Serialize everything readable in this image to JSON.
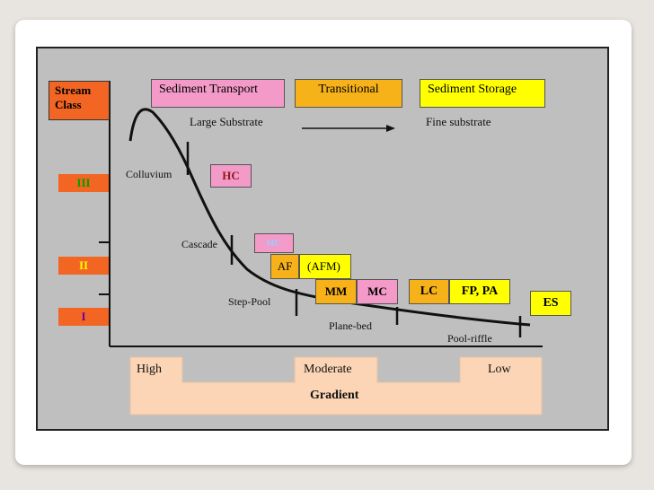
{
  "stream_class": {
    "header": "Stream Class",
    "classes": [
      "III",
      "II",
      "I"
    ]
  },
  "zones": {
    "transport": "Sediment Transport",
    "transitional": "Transitional",
    "storage": "Sediment Storage",
    "large_substrate": "Large Substrate",
    "fine_substrate": "Fine substrate"
  },
  "segments": [
    "Colluvium",
    "Cascade",
    "Step-Pool",
    "Plane-bed",
    "Pool-riffle"
  ],
  "boxes": {
    "hc1": "HC",
    "hc2": "HC",
    "af": "AF",
    "afm": "(AFM)",
    "mm": "MM",
    "mc": "MC",
    "lc": "LC",
    "fp_pa": "FP, PA",
    "es": "ES"
  },
  "gradient": {
    "high": "High",
    "moderate": "Moderate",
    "low": "Low",
    "title": "Gradient"
  },
  "colors": {
    "orange": "#f26522",
    "pink": "#f49ac9",
    "amber": "#f7b21a",
    "yellow": "#ffff00",
    "peach": "#fbd5b5",
    "panel": "#bfbfbf",
    "class3_text": "#00a000",
    "class2_text": "#ffff00",
    "class1_text": "#6a00a8",
    "hc2_text": "#99ccff",
    "hc1_text": "#8b1a1a"
  }
}
